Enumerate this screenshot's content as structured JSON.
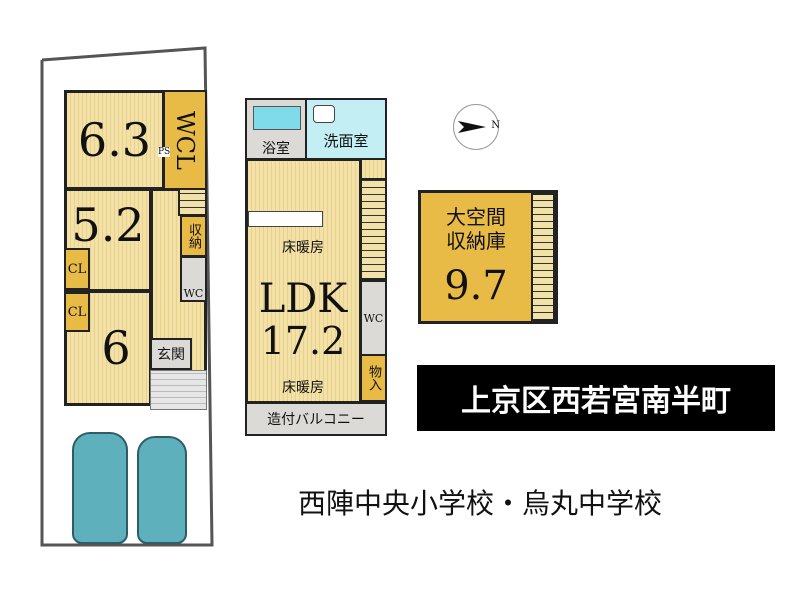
{
  "first_floor": {
    "room1": "6.3",
    "wcl": "WCL",
    "ps": "PS",
    "room2": "5.2",
    "room3": "6",
    "cl1": "CL",
    "cl2": "CL",
    "storage": "収納",
    "wc": "WC",
    "entrance": "玄関"
  },
  "second_floor": {
    "bath": "浴室",
    "washroom": "洗面室",
    "floor_heating_1": "床暖房",
    "ldk": "LDK",
    "ldk_size": "17.2",
    "floor_heating_2": "床暖房",
    "wc": "WC",
    "closet": "物入",
    "balcony": "造付バルコニー"
  },
  "storage_room": {
    "label": "大空間\n収納庫",
    "size": "9.7"
  },
  "compass": {
    "label": "N"
  },
  "address": "上京区西若宮南半町",
  "schools": "西陣中央小学校・烏丸中学校",
  "colors": {
    "floor": "#f3e2a8",
    "closet": "#e8bb47",
    "car": "#5fb0bd",
    "banner": "#000000"
  }
}
